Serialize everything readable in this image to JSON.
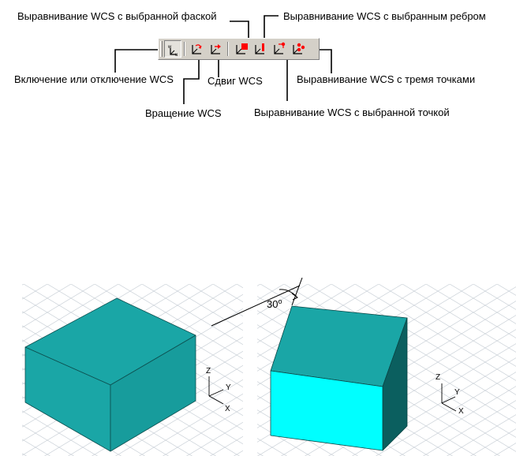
{
  "callouts": {
    "align_face": "Выравнивание WCS с выбранной фаской",
    "align_edge": "Выравнивание WCS с выбранным ребром",
    "toggle_wcs": "Включение или отключение WCS",
    "shift_wcs": "Сдвиг WCS",
    "align_three_points": "Выравнивание WCS с тремя точками",
    "rotate_wcs": "Вращение WCS",
    "align_point": "Выравнивание WCS с выбранной точкой"
  },
  "toolbar": {
    "buttons": [
      {
        "icon": "wcs-toggle-icon",
        "pressed": true
      },
      {
        "icon": "wcs-rotate-icon",
        "pressed": false
      },
      {
        "icon": "wcs-shift-icon",
        "pressed": false
      },
      {
        "icon": "wcs-align-face-icon",
        "pressed": false
      },
      {
        "icon": "wcs-align-edge-icon",
        "pressed": false
      },
      {
        "icon": "wcs-align-point-icon",
        "pressed": false
      },
      {
        "icon": "wcs-align-three-points-icon",
        "pressed": false
      }
    ]
  },
  "scene": {
    "rotation_angle": "30",
    "angle_unit": "o",
    "axis_z": "Z",
    "axis_y": "Y",
    "axis_x": "X"
  },
  "colors": {
    "cube_dark": "#1aa6a6",
    "cube_bright": "#00ffff",
    "cube_shadow": "#0b5f5f",
    "marker_red": "#ff0000",
    "toolbar_bg": "#d4d0c8"
  }
}
